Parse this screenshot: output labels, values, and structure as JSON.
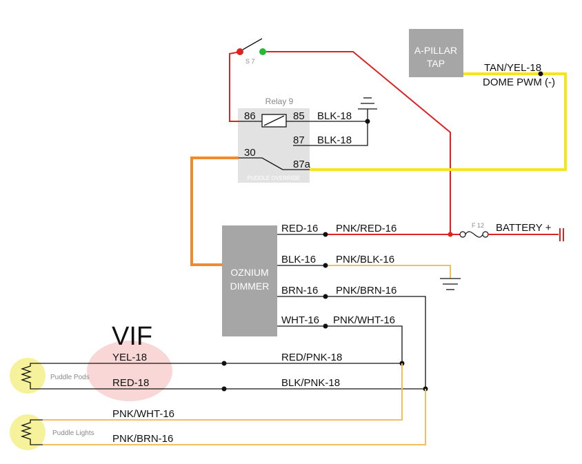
{
  "colors": {
    "red": "#dd2222",
    "yellow": "#f5e51e",
    "orange": "#f08a2c",
    "tan": "#f2c05a",
    "black": "#111111",
    "box_grey": "#a6a6a6",
    "relay_grey": "#e2e2e2",
    "bulb_yellow": "#f6f29b",
    "vif_pink": "#f8d0d0"
  },
  "switch": {
    "label": "S 7"
  },
  "relay": {
    "title": "Relay 9",
    "subtitle": "PUDDLE OVERRIDE",
    "pins": {
      "p86": "86",
      "p85": "85",
      "p87": "87",
      "p30": "30",
      "p87a": "87a"
    }
  },
  "apillar": {
    "line1": "A-PILLAR",
    "line2": "TAP"
  },
  "dimmer": {
    "line1": "OZNIUM",
    "line2": "DIMMER"
  },
  "fuse": {
    "label": "F 12"
  },
  "battery": {
    "label": "BATTERY +"
  },
  "vif": {
    "label": "VIF"
  },
  "wires": {
    "blk18_a": "BLK-18",
    "blk18_b": "BLK-18",
    "tanyel": "TAN/YEL-18",
    "dome": "DOME PWM (-)",
    "red16": "RED-16",
    "pnkred16": "PNK/RED-16",
    "blk16": "BLK-16",
    "pnkblk16": "PNK/BLK-16",
    "brn16": "BRN-16",
    "pnkbrn16": "PNK/BRN-16",
    "wht16": "WHT-16",
    "pnkwht16": "PNK/WHT-16",
    "yel18": "YEL-18",
    "red18": "RED-18",
    "redpnk18": "RED/PNK-18",
    "blkpnk18": "BLK/PNK-18",
    "pnkwht16_b": "PNK/WHT-16",
    "pnkbrn16_b": "PNK/BRN-16"
  },
  "loads": {
    "pods": "Puddle Pods",
    "lights": "Puddle Lights"
  }
}
